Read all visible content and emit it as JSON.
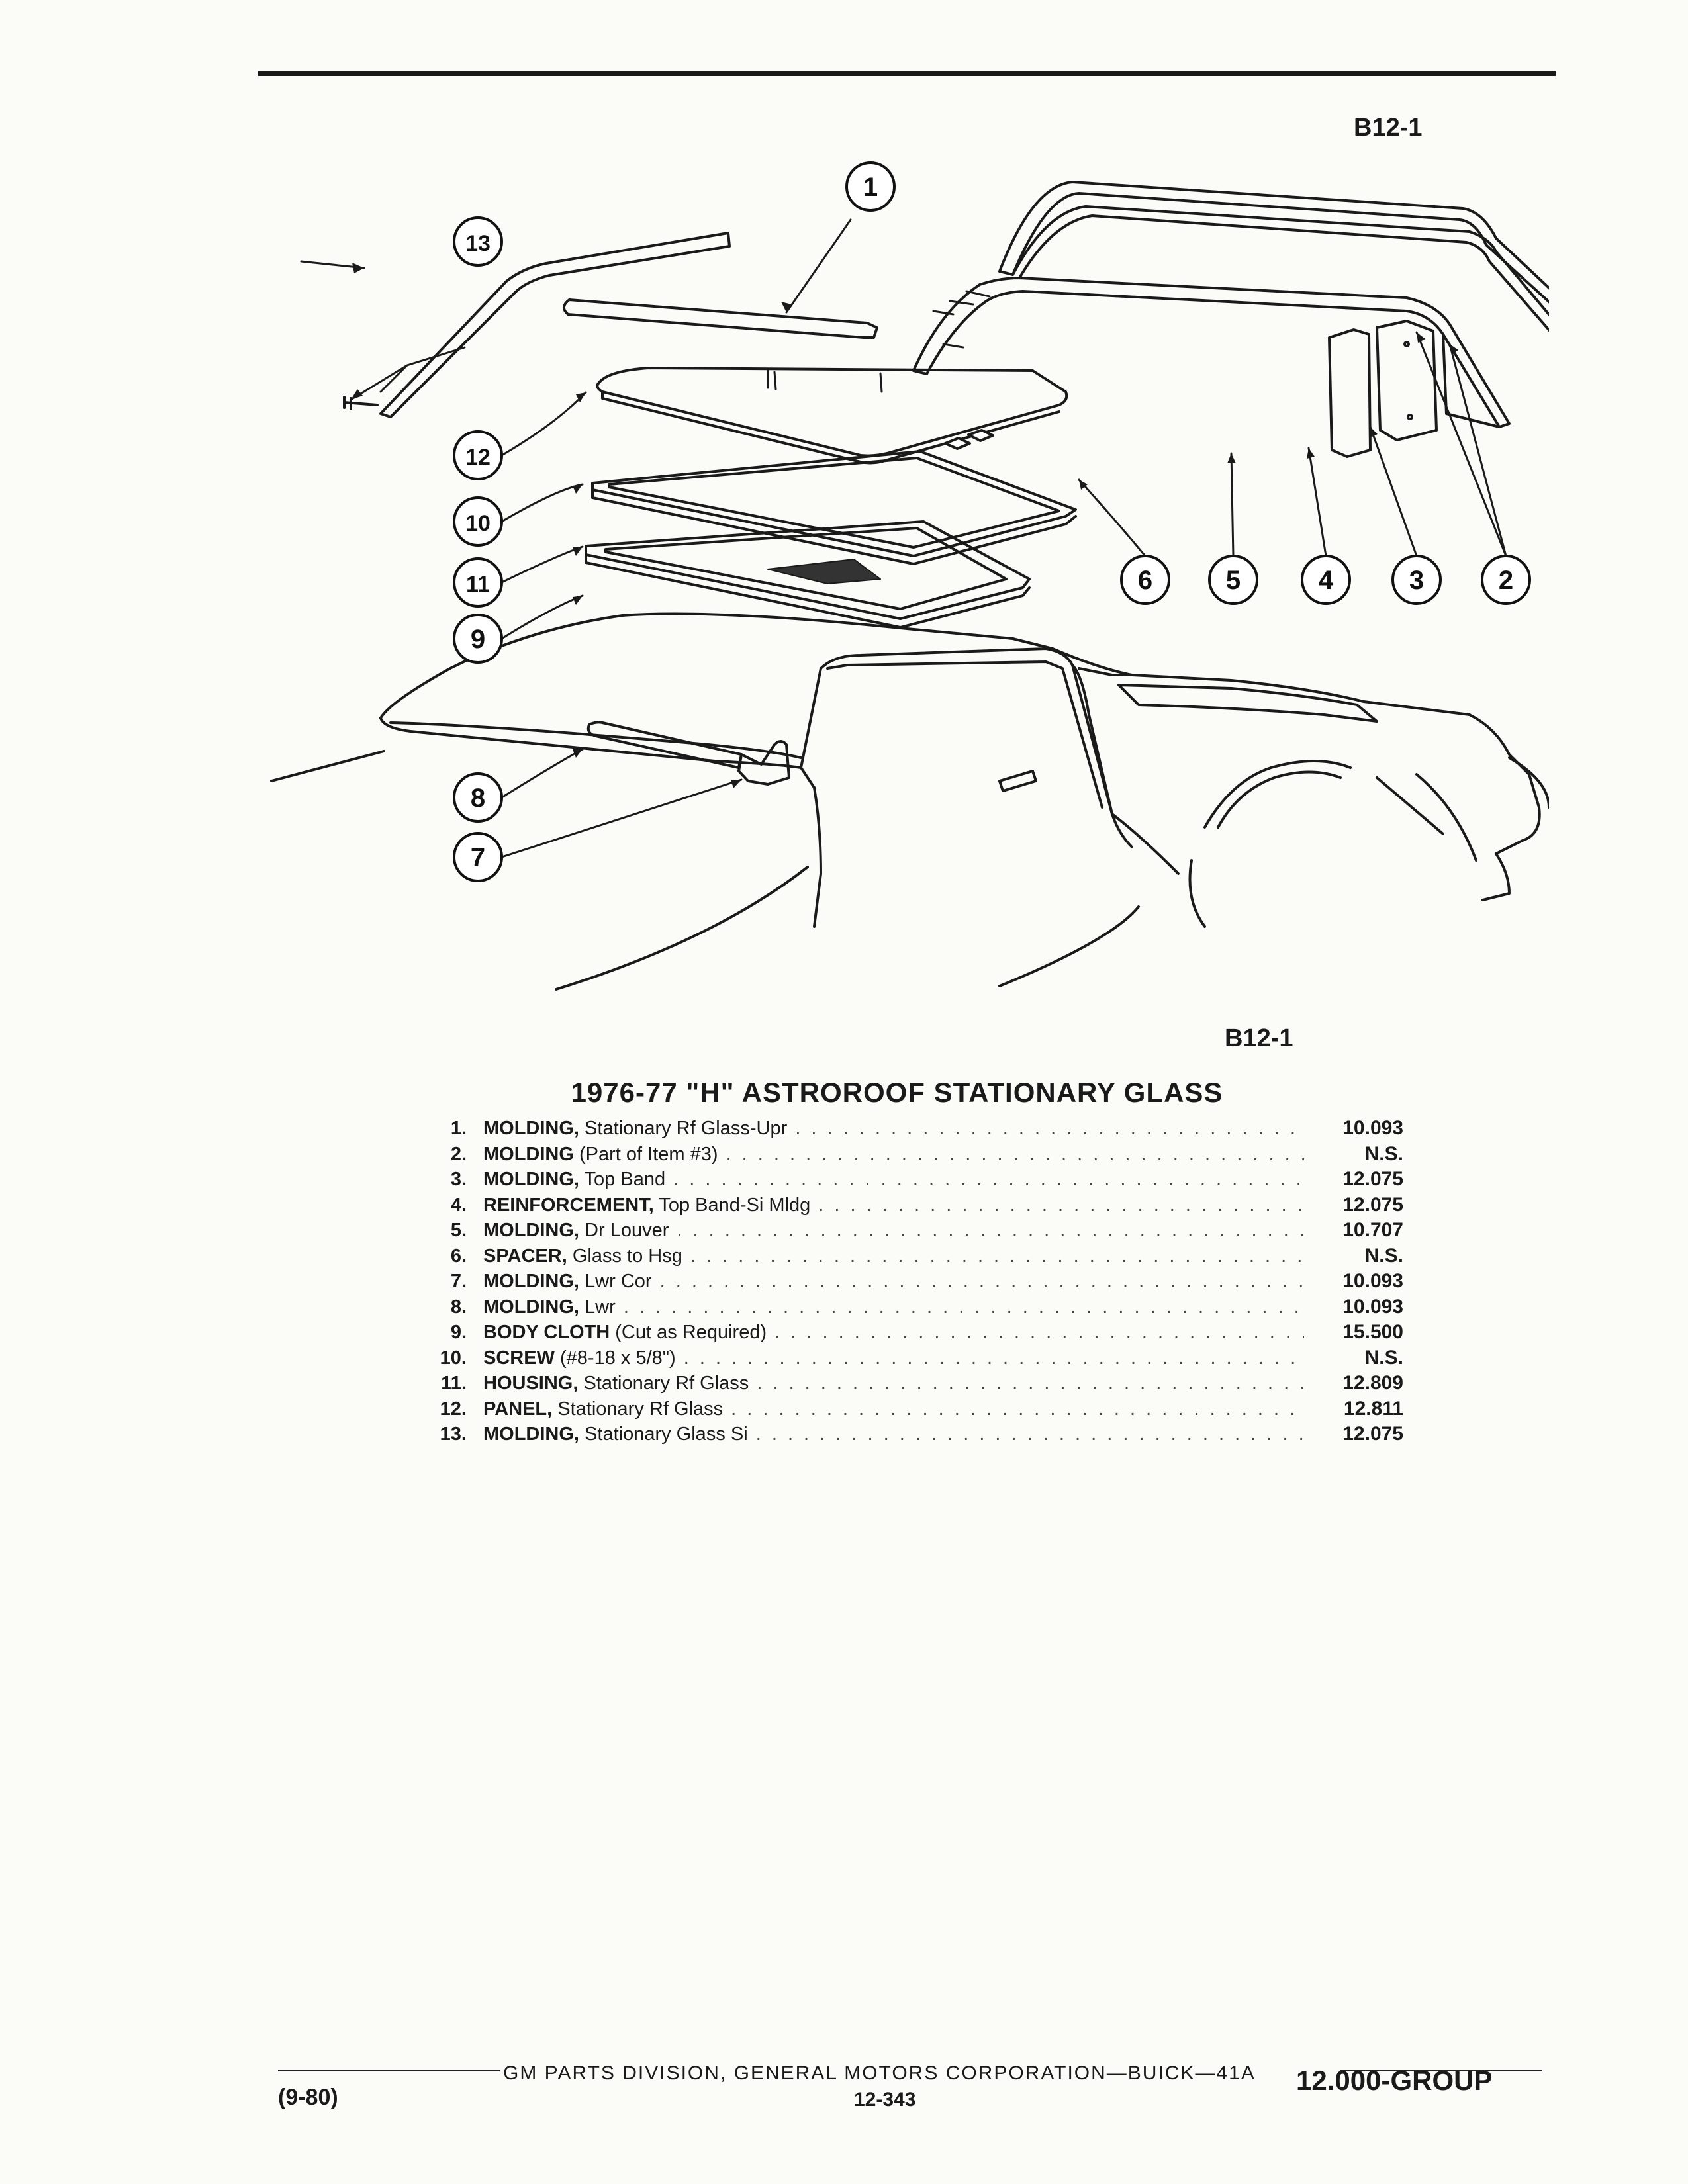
{
  "figure_code_top": "B12-1",
  "figure_code_bottom": "B12-1",
  "title": "1976-77 \"H\" ASTROROOF STATIONARY GLASS",
  "callouts": [
    "1",
    "2",
    "3",
    "4",
    "5",
    "6",
    "7",
    "8",
    "9",
    "10",
    "11",
    "12",
    "13"
  ],
  "parts": [
    {
      "num": "1.",
      "name": "MOLDING,",
      "desc": " Stationary Rf Glass-Upr",
      "code": "10.093"
    },
    {
      "num": "2.",
      "name": "MOLDING",
      "desc": " (Part of Item #3)",
      "code": "N.S."
    },
    {
      "num": "3.",
      "name": "MOLDING,",
      "desc": " Top Band",
      "code": "12.075"
    },
    {
      "num": "4.",
      "name": "REINFORCEMENT,",
      "desc": " Top Band-Si Mldg",
      "code": "12.075"
    },
    {
      "num": "5.",
      "name": "MOLDING,",
      "desc": " Dr Louver",
      "code": "10.707"
    },
    {
      "num": "6.",
      "name": "SPACER,",
      "desc": " Glass to Hsg",
      "code": "N.S."
    },
    {
      "num": "7.",
      "name": "MOLDING,",
      "desc": " Lwr Cor",
      "code": "10.093"
    },
    {
      "num": "8.",
      "name": "MOLDING,",
      "desc": " Lwr",
      "code": "10.093"
    },
    {
      "num": "9.",
      "name": "BODY CLOTH",
      "desc": " (Cut as Required)",
      "code": "15.500"
    },
    {
      "num": "10.",
      "name": "SCREW",
      "desc": " (#8-18 x 5/8\")",
      "code": "N.S."
    },
    {
      "num": "11.",
      "name": "HOUSING,",
      "desc": " Stationary Rf Glass",
      "code": "12.809"
    },
    {
      "num": "12.",
      "name": "PANEL,",
      "desc": " Stationary Rf Glass",
      "code": "12.811"
    },
    {
      "num": "13.",
      "name": "MOLDING,",
      "desc": " Stationary Glass Si",
      "code": "12.075"
    }
  ],
  "footer": {
    "publisher": "GM PARTS DIVISION, GENERAL MOTORS CORPORATION—BUICK—41A",
    "page": "12-343",
    "date": "(9-80)",
    "group": "12.000-GROUP"
  }
}
